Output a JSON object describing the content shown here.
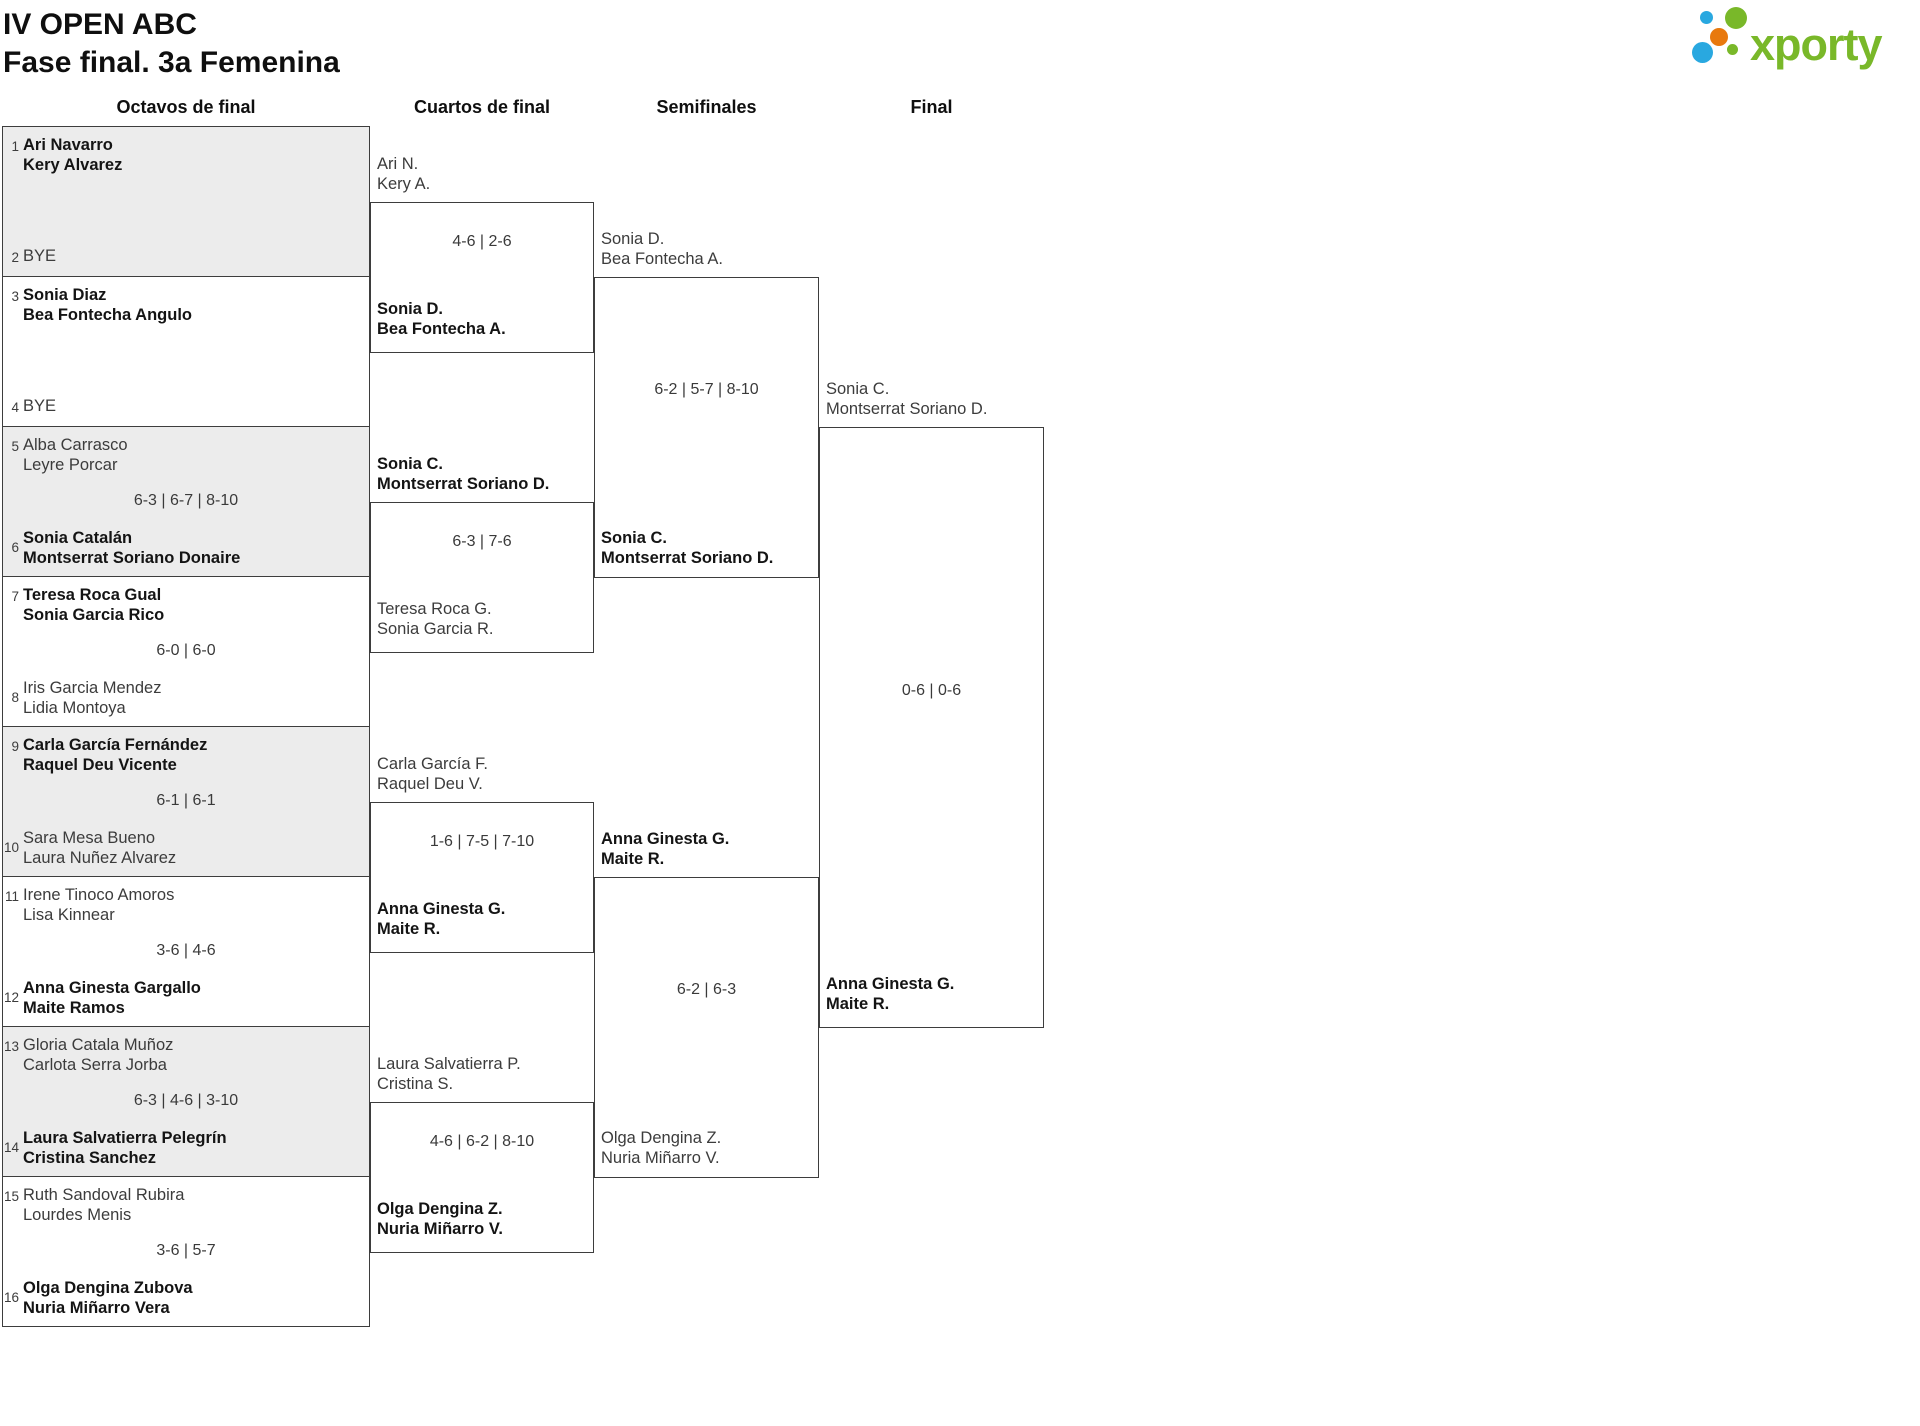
{
  "title": {
    "line1": "IV OPEN ABC",
    "line2": "Fase final. 3a Femenina"
  },
  "logo": {
    "text": "xporty",
    "green": "#79b829",
    "blue": "#29a8e0",
    "orange": "#e8790e"
  },
  "columns": [
    "Octavos de final",
    "Cuartos de final",
    "Semifinales",
    "Final"
  ],
  "bracket": {
    "rounds": [
      {
        "name": "Octavos de final",
        "matches": [
          {
            "seed1": "1",
            "t1a": "Ari Navarro",
            "t1b": "Kery Alvarez",
            "seed2": "2",
            "t2a": "BYE",
            "t2b": "",
            "score": "",
            "winner": "team1"
          },
          {
            "seed1": "3",
            "t1a": "Sonia Diaz",
            "t1b": "Bea Fontecha Angulo",
            "seed2": "4",
            "t2a": "BYE",
            "t2b": "",
            "score": "",
            "winner": "team1"
          },
          {
            "seed1": "5",
            "t1a": "Alba Carrasco",
            "t1b": "Leyre Porcar",
            "seed2": "6",
            "t2a": "Sonia Catalán",
            "t2b": "Montserrat Soriano Donaire",
            "score": "6-3 | 6-7 | 8-10",
            "winner": "team2"
          },
          {
            "seed1": "7",
            "t1a": "Teresa Roca Gual",
            "t1b": "Sonia Garcia Rico",
            "seed2": "8",
            "t2a": "Iris Garcia Mendez",
            "t2b": "Lidia Montoya",
            "score": "6-0 | 6-0",
            "winner": "team1"
          },
          {
            "seed1": "9",
            "t1a": "Carla García Fernández",
            "t1b": "Raquel Deu Vicente",
            "seed2": "10",
            "t2a": "Sara Mesa Bueno",
            "t2b": "Laura Nuñez Alvarez",
            "score": "6-1 | 6-1",
            "winner": "team1"
          },
          {
            "seed1": "11",
            "t1a": "Irene Tinoco Amoros",
            "t1b": "Lisa Kinnear",
            "seed2": "12",
            "t2a": "Anna Ginesta Gargallo",
            "t2b": "Maite Ramos",
            "score": "3-6 | 4-6",
            "winner": "team2"
          },
          {
            "seed1": "13",
            "t1a": "Gloria Catala Muñoz",
            "t1b": "Carlota Serra Jorba",
            "seed2": "14",
            "t2a": "Laura Salvatierra Pelegrín",
            "t2b": "Cristina Sanchez",
            "score": "6-3 | 4-6 | 3-10",
            "winner": "team2"
          },
          {
            "seed1": "15",
            "t1a": "Ruth Sandoval Rubira",
            "t1b": "Lourdes Menis",
            "seed2": "16",
            "t2a": "Olga Dengina Zubova",
            "t2b": "Nuria Miñarro Vera",
            "score": "3-6 | 5-7",
            "winner": "team2"
          }
        ]
      },
      {
        "name": "Cuartos de final",
        "matches": [
          {
            "t1a": "Ari N.",
            "t1b": "Kery A.",
            "t2a": "Sonia D.",
            "t2b": "Bea Fontecha A.",
            "score": "4-6 | 2-6",
            "winner": "team2"
          },
          {
            "t1a": "Sonia C.",
            "t1b": "Montserrat Soriano D.",
            "t2a": "Teresa Roca G.",
            "t2b": "Sonia Garcia R.",
            "score": "6-3 | 7-6",
            "winner": "team1"
          },
          {
            "t1a": "Carla García F.",
            "t1b": "Raquel Deu V.",
            "t2a": "Anna Ginesta G.",
            "t2b": "Maite R.",
            "score": "1-6 | 7-5 | 7-10",
            "winner": "team2"
          },
          {
            "t1a": "Laura Salvatierra P.",
            "t1b": "Cristina S.",
            "t2a": "Olga Dengina Z.",
            "t2b": "Nuria Miñarro V.",
            "score": "4-6 | 6-2 | 8-10",
            "winner": "team2"
          }
        ]
      },
      {
        "name": "Semifinales",
        "matches": [
          {
            "t1a": "Sonia D.",
            "t1b": "Bea Fontecha A.",
            "t2a": "Sonia C.",
            "t2b": "Montserrat Soriano D.",
            "score": "6-2 | 5-7 | 8-10",
            "winner": "team2"
          },
          {
            "t1a": "Anna Ginesta G.",
            "t1b": "Maite R.",
            "t2a": "Olga Dengina Z.",
            "t2b": "Nuria Miñarro V.",
            "score": "6-2 | 6-3",
            "winner": "team1"
          }
        ]
      },
      {
        "name": "Final",
        "matches": [
          {
            "t1a": "Sonia C.",
            "t1b": "Montserrat Soriano D.",
            "t2a": "Anna Ginesta G.",
            "t2b": "Maite R.",
            "score": "0-6 | 0-6",
            "winner": "team2"
          }
        ]
      }
    ]
  }
}
